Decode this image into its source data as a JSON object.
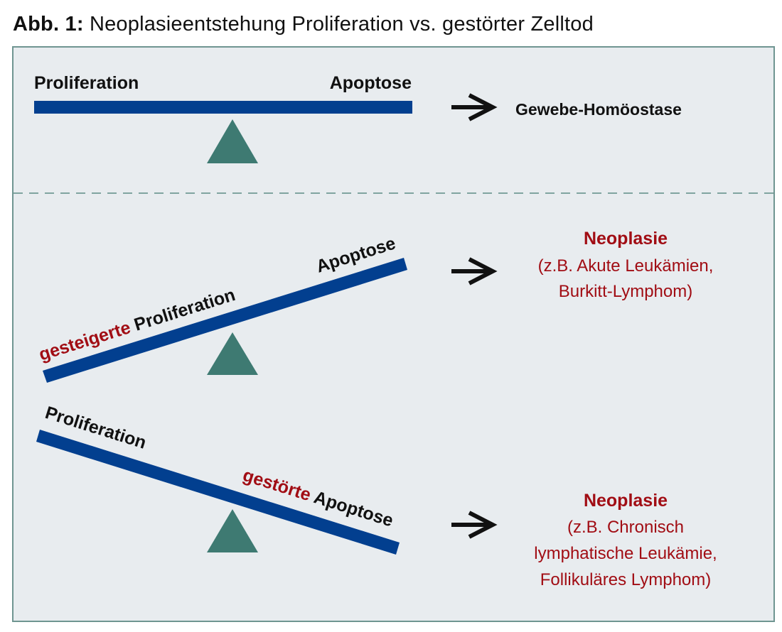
{
  "caption": {
    "prefix": "Abb. 1:",
    "title": "Neoplasieentstehung Proliferation vs. gestörter Zelltod"
  },
  "colors": {
    "beam": "#023f8f",
    "fulcrum": "#3e7a72",
    "accent_red": "#a10d14",
    "panel_bg": "#e8ecef",
    "border": "#6f9591"
  },
  "icons": {
    "arrow": "right-arrow-icon",
    "fulcrum": "triangle-fulcrum-icon"
  },
  "panels": [
    {
      "id": "balanced",
      "left_label": "Proliferation",
      "right_label": "Apoptose",
      "outcome": "Gewebe-Homöostase"
    },
    {
      "id": "increased-proliferation",
      "left_label_modifier": "gesteigerte",
      "left_label": "Proliferation",
      "right_label": "Apoptose",
      "outcome_title": "Neoplasie",
      "outcome_lines": [
        "(z.B. Akute Leukämien,",
        "Burkitt-Lymphom)"
      ]
    },
    {
      "id": "impaired-apoptosis",
      "left_label": "Proliferation",
      "right_label_modifier": "gestörte",
      "right_label": "Apoptose",
      "outcome_title": "Neoplasie",
      "outcome_lines": [
        "(z.B. Chronisch",
        "lymphatische Leukämie,",
        "Follikuläres Lymphom)"
      ]
    }
  ]
}
